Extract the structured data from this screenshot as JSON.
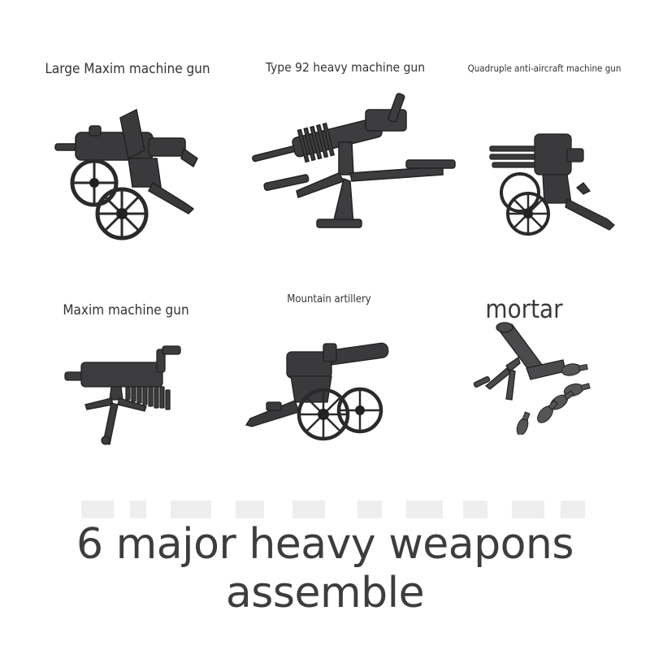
{
  "items": [
    {
      "label": "Large Maxim machine gun",
      "icon": "wheeled-machine-gun-icon"
    },
    {
      "label": "Type 92 heavy machine gun",
      "icon": "tripod-heavy-machine-gun-icon"
    },
    {
      "label": "Quadruple anti-aircraft machine gun",
      "icon": "quad-anti-aircraft-gun-icon"
    },
    {
      "label": "Maxim machine gun",
      "icon": "tripod-machine-gun-icon"
    },
    {
      "label": "Mountain artillery",
      "icon": "wheeled-cannon-icon"
    },
    {
      "label": "mortar",
      "icon": "mortar-icon"
    }
  ],
  "headline": "6 major heavy weapons assemble",
  "colors": {
    "weapon": "#3a3a3c",
    "weapon_dark": "#242426",
    "text": "#333333"
  }
}
